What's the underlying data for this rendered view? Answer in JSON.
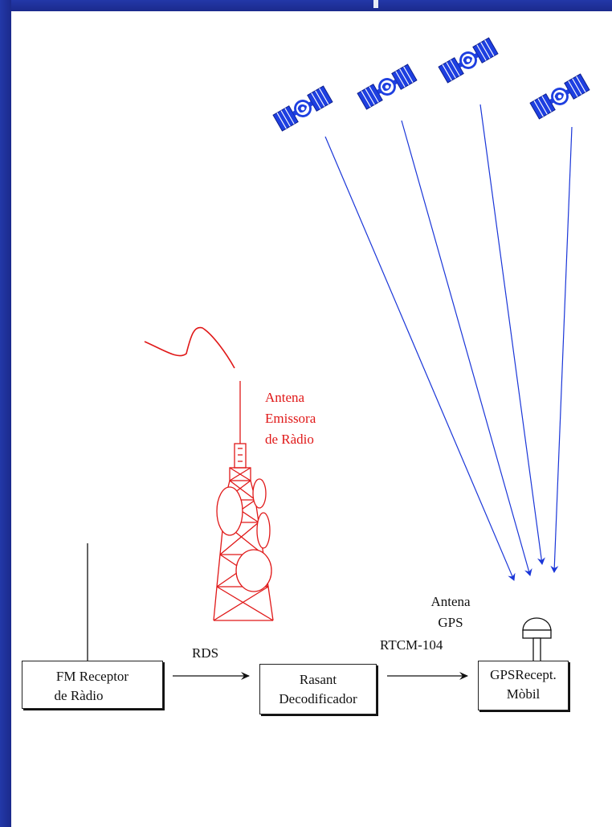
{
  "labels": {
    "radio_antenna_line1": "Antena",
    "radio_antenna_line2": "Emissora",
    "radio_antenna_line3": "de Ràdio",
    "gps_antenna_line1": "Antena",
    "gps_antenna_line2": "GPS",
    "rds": "RDS",
    "rtcm": "RTCM-104"
  },
  "boxes": {
    "fm_receiver_line1": "FM Receptor",
    "fm_receiver_line2": "de Ràdio",
    "decoder_line1": "Rasant",
    "decoder_line2": "Decodificador",
    "gps_receiver_line1": "GPSRecept.",
    "gps_receiver_line2": "Mòbil"
  },
  "colors": {
    "frame": "#1b2a8c",
    "radio": "#e01818",
    "satellite": "#1e3fe0",
    "signal": "#1a36d8",
    "ink": "#111111"
  },
  "icons": {
    "satellite": "satellite-icon",
    "radio_tower": "radio-tower-icon",
    "gps_antenna": "gps-antenna-icon"
  }
}
